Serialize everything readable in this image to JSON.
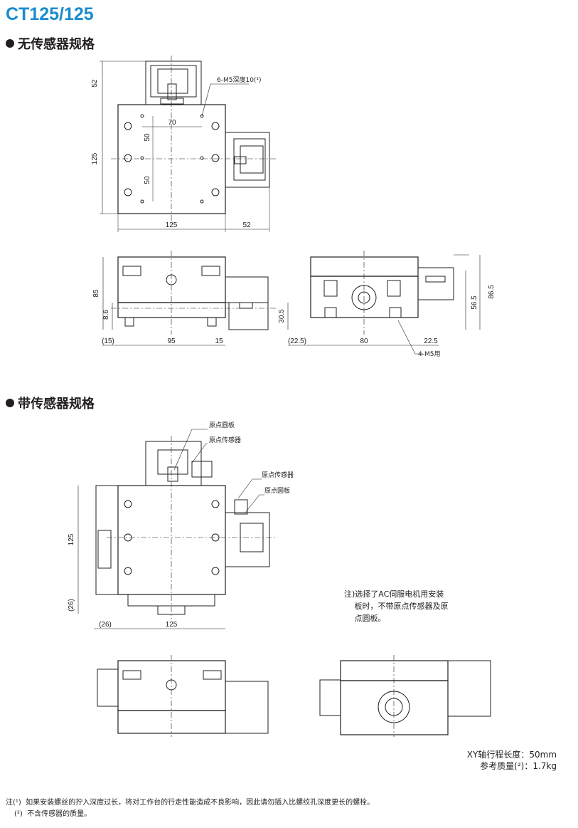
{
  "title": "CT125/125",
  "section1": "无传感器规格",
  "section2": "带传感器规格",
  "dims_top1": {
    "d52_top": "52",
    "d125_left": "125",
    "d70": "70",
    "d50a": "50",
    "d50b": "50",
    "d125_bottom": "125",
    "d52_bottom": "52",
    "callout": "6-M5深度10(¹)"
  },
  "dims_front1": {
    "d85": "85",
    "d8_6": "8.6",
    "d30_5": "30.5",
    "d15a": "(15)",
    "d95": "95",
    "d15b": "15"
  },
  "dims_side1": {
    "d86_5": "86.5",
    "d56_5": "56.5",
    "d22_5a": "(22.5)",
    "d80": "80",
    "d22_5b": "22.5",
    "callout": "4-M5用"
  },
  "dims_top2": {
    "label_disk_top": "原点圆板",
    "label_sensor_top": "原点传感器",
    "label_sensor_right": "原点传感器",
    "label_disk_right": "原点圆板",
    "d125_left": "125",
    "d26_left": "(26)",
    "d26_bottom": "(26)",
    "d125_bottom": "125"
  },
  "note_ac": "注)选择了AC伺服电机用安装\n　 板时，不带原点传感器及原\n　 点圆板。",
  "spec_stroke": "XY轴行程长度：50mm",
  "spec_mass": "参考质量(²)：1.7kg",
  "footnote1_mark": "注(¹)",
  "footnote1_text": "如果安装螺丝的拧入深度过长，将对工作台的行走性能造成不良影响，因此请勿插入比螺纹孔深度更长的螺栓。",
  "footnote2_mark": "(²)",
  "footnote2_text": "不含传感器的质量。"
}
